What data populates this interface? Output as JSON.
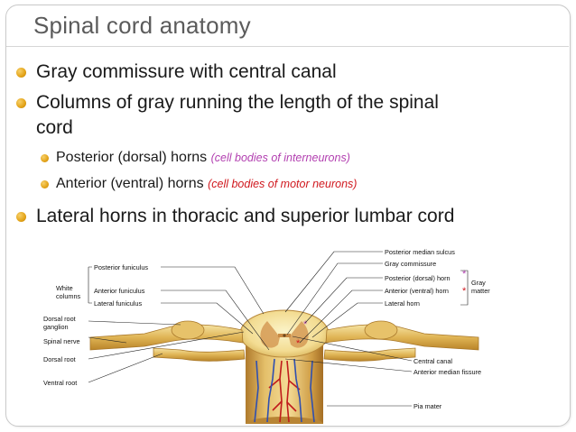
{
  "slide": {
    "title": "Spinal cord anatomy",
    "bullets": {
      "b1": "Gray commissure with central canal",
      "b2_line1": "Columns of gray running the length of the spinal",
      "b2_line2": "cord",
      "b3_text": "Posterior (dorsal) horns",
      "b3_note": "(cell bodies of interneurons)",
      "b4_text": "Anterior (ventral) horns",
      "b4_note": "(cell bodies of motor neurons)",
      "b5": "Lateral horns in thoracic and superior lumbar cord"
    },
    "colors": {
      "bullet": "#e3a317",
      "note_purple": "#b23fb0",
      "note_red": "#d0181e"
    }
  },
  "figure": {
    "left_labels": {
      "posterior_funiculus": "Posterior funiculus",
      "white_columns_1": "White",
      "white_columns_2": "columns",
      "anterior_funiculus": "Anterior funiculus",
      "lateral_funiculus": "Lateral funiculus",
      "dorsal_root_ganglion_1": "Dorsal root",
      "dorsal_root_ganglion_2": "ganglion",
      "spinal_nerve": "Spinal nerve",
      "dorsal_root": "Dorsal root",
      "ventral_root": "Ventral root"
    },
    "right_labels": {
      "posterior_median_sulcus": "Posterior median sulcus",
      "gray_commissure": "Gray commissure",
      "posterior_horn": "Posterior (dorsal) horn",
      "anterior_horn": "Anterior (ventral) horn",
      "lateral_horn": "Lateral horn",
      "gray_matter_1": "Gray",
      "gray_matter_2": "matter",
      "central_canal": "Central canal",
      "anterior_median_fissure": "Anterior median fissure",
      "pia_mater": "Pia mater"
    },
    "markers": {
      "asterisk": "*"
    }
  }
}
